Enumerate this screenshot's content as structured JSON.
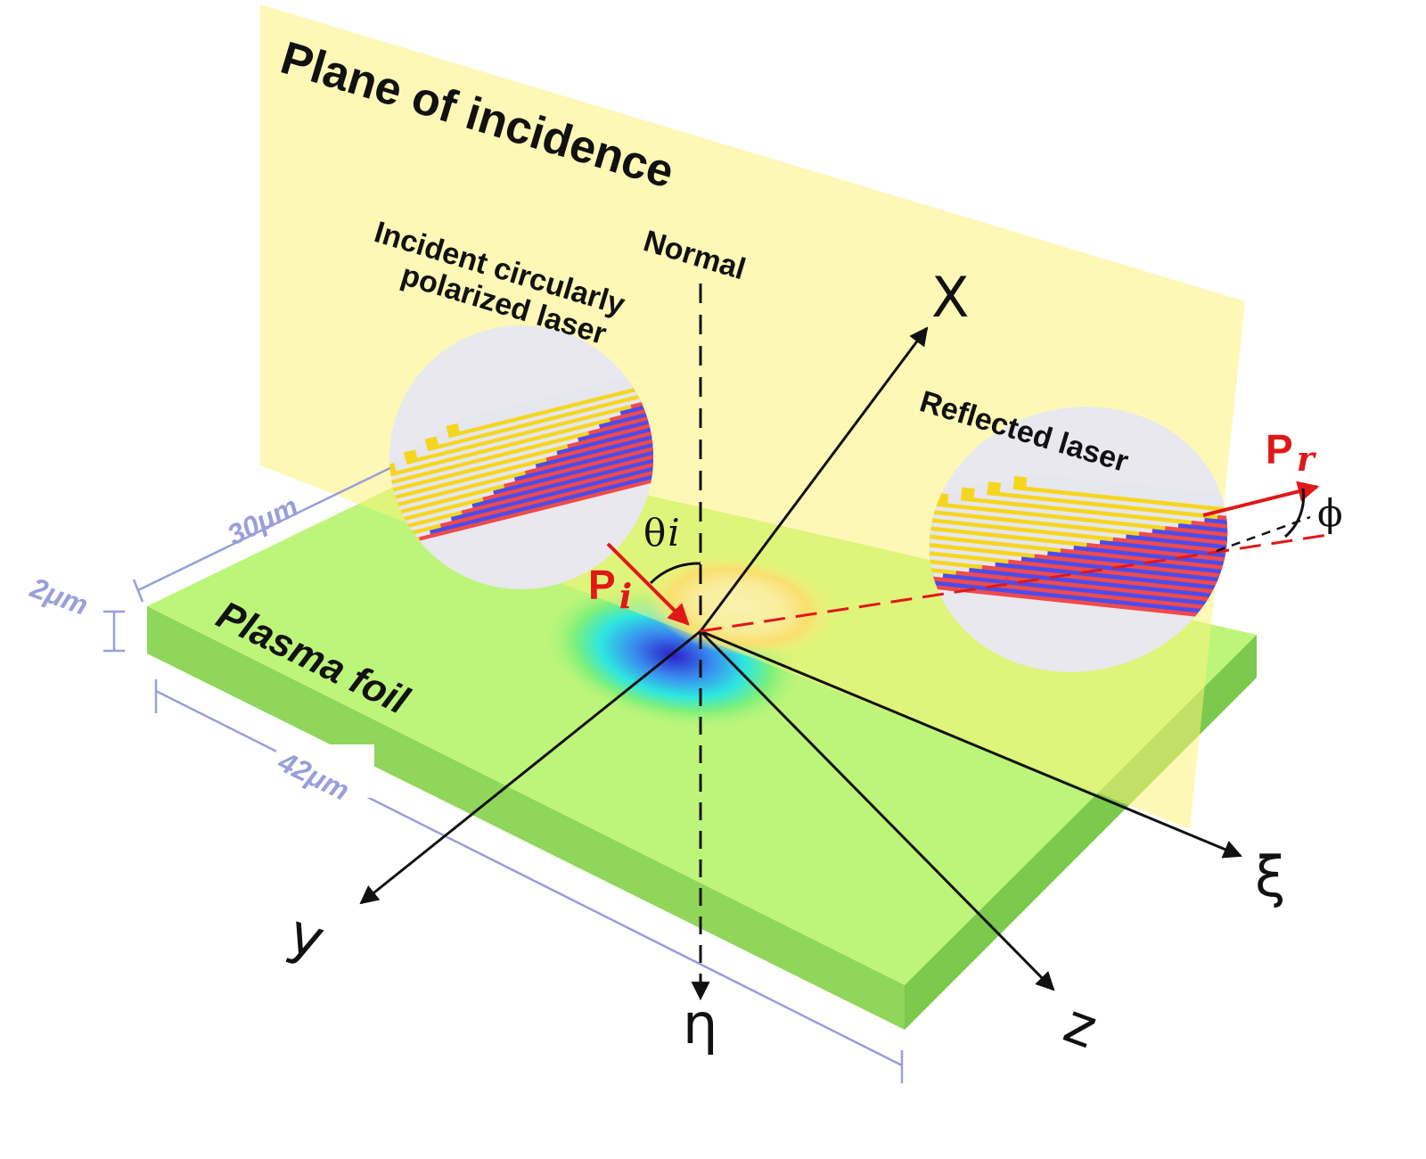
{
  "labels": {
    "plane_title": "Plane of incidence",
    "normal": "Normal",
    "incident_line1": "Incident circularly",
    "incident_line2": "polarized laser",
    "reflected": "Reflected laser",
    "plasma_foil": "Plasma foil"
  },
  "dimensions": {
    "width": "30μm",
    "thickness": "2μm",
    "length": "42μm"
  },
  "axes": {
    "x": "X",
    "y": "y",
    "z": "z",
    "xi": "ξ",
    "eta": "η"
  },
  "angles": {
    "theta_main": "θ",
    "theta_sub": "i",
    "phi": "ϕ"
  },
  "vectors": {
    "incident_P": "P",
    "incident_sub": "i",
    "reflected_P": "P",
    "reflected_sub": "r"
  },
  "colors": {
    "plane": "#fbf5a8",
    "foil_top": "#bdf57a",
    "foil_side": "#8fd65a",
    "stripe_red": "#f04a4a",
    "stripe_blue": "#4a4cf0",
    "stripe_yellow": "#f5d61e",
    "stripe_white": "#e6e6ee",
    "vector": "#e01818",
    "dimension": "#9a9edb"
  }
}
